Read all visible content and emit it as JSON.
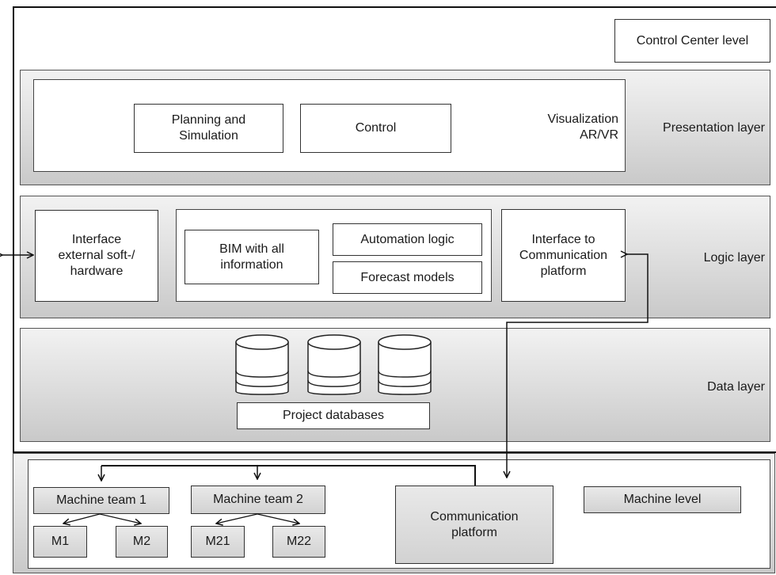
{
  "control_center": {
    "level_label": "Control Center level",
    "presentation": {
      "layer_label": "Presentation layer",
      "planning": "Planning and\nSimulation",
      "control": "Control",
      "visualization": "Visualization\nAR/VR"
    },
    "logic": {
      "layer_label": "Logic layer",
      "interface_external": "Interface\nexternal soft-/\nhardware",
      "bim": "BIM with all\ninformation",
      "automation": "Automation logic",
      "forecast": "Forecast models",
      "interface_comm": "Interface to\nCommunication\nplatform"
    },
    "data": {
      "layer_label": "Data layer",
      "databases_label": "Project databases",
      "database_icon_count": 3
    }
  },
  "machine_level": {
    "level_label": "Machine level",
    "team1": {
      "label": "Machine team 1",
      "machines": [
        "M1",
        "M2"
      ]
    },
    "team2": {
      "label": "Machine team 2",
      "machines": [
        "M21",
        "M22"
      ]
    },
    "communication_platform": "Communication\nplatform"
  },
  "colors": {
    "layer_gradient_top": "#f2f2f2",
    "layer_gradient_bottom": "#c9c9c9",
    "stroke": "#111111"
  }
}
